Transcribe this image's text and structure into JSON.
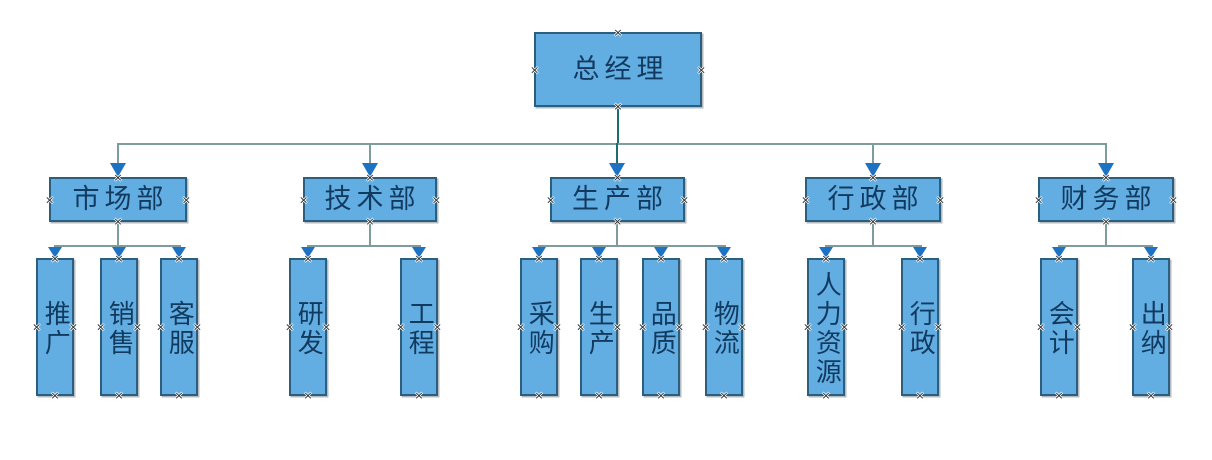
{
  "glyphs": {
    "connection_point": "×"
  },
  "colors": {
    "box_fill": "#62AEE3",
    "box_border": "#2C5F7D",
    "box_text": "#123A5F",
    "line_teal": "#1B6E6E",
    "line_gray": "#7E9C9C",
    "arrow_blue": "#1E72C4",
    "background": "#FFFFFF"
  },
  "org": {
    "root": {
      "label": "总经理"
    },
    "departments": [
      {
        "label": "市场部",
        "children": [
          {
            "label": "推广"
          },
          {
            "label": "销售"
          },
          {
            "label": "客服"
          }
        ]
      },
      {
        "label": "技术部",
        "children": [
          {
            "label": "研发"
          },
          {
            "label": "工程"
          }
        ]
      },
      {
        "label": "生产部",
        "children": [
          {
            "label": "采购"
          },
          {
            "label": "生产"
          },
          {
            "label": "品质"
          },
          {
            "label": "物流"
          }
        ]
      },
      {
        "label": "行政部",
        "children": [
          {
            "label": "人力资源"
          },
          {
            "label": "行政"
          }
        ]
      },
      {
        "label": "财务部",
        "children": [
          {
            "label": "会计"
          },
          {
            "label": "出纳"
          }
        ]
      }
    ]
  }
}
